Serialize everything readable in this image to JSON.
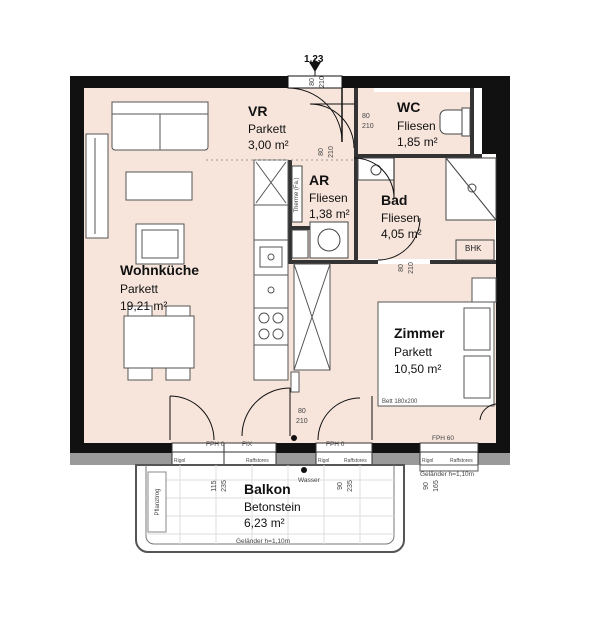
{
  "entrance_marker": "1.23",
  "rooms": {
    "vr": {
      "name": "VR",
      "floor": "Parkett",
      "area": "3,00 m²"
    },
    "wc": {
      "name": "WC",
      "floor": "Fliesen",
      "area": "1,85 m²"
    },
    "ar": {
      "name": "AR",
      "floor": "Fliesen",
      "area": "1,38 m²"
    },
    "bad": {
      "name": "Bad",
      "floor": "Fliesen",
      "area": "4,05 m²"
    },
    "wohnkuche": {
      "name": "Wohnküche",
      "floor": "Parkett",
      "area": "19,21 m²"
    },
    "zimmer": {
      "name": "Zimmer",
      "floor": "Parkett",
      "area": "10,50 m²"
    },
    "balkon": {
      "name": "Balkon",
      "floor": "Betonstein",
      "area": "6,23 m²"
    }
  },
  "doors": {
    "entry": {
      "w": "80",
      "h": "210"
    },
    "wc": {
      "w": "80",
      "h": "210"
    },
    "ar": {
      "w": "80",
      "h": "210"
    },
    "bad": {
      "w": "80",
      "h": "210"
    },
    "zimmer": {
      "w": "80",
      "h": "210"
    }
  },
  "windows": {
    "left_w": "115",
    "left_h": "235",
    "mid_w": "90",
    "mid_h": "235",
    "right_w": "90",
    "right_h": "165"
  },
  "labels": {
    "bhk": "BHK",
    "bett": "Bett 180x200",
    "fph0_a": "FPH 0",
    "fix": "FIX",
    "fph0_b": "FPH 0",
    "fph60": "FPH 60",
    "rigol_a": "Rigol",
    "raff_a": "Raffstores",
    "rigol_b": "Rigol",
    "raff_b": "Raffstores",
    "rigol_c": "Rigol",
    "raff_c": "Raffstores",
    "wasser": "Wasser",
    "gelaender_balkon": "Geländer h=1,10m",
    "gelaender_right": "Geländer h=1,10m",
    "pflanztrog": "Pflanztrog",
    "therme": "Therme (Fa.)"
  }
}
